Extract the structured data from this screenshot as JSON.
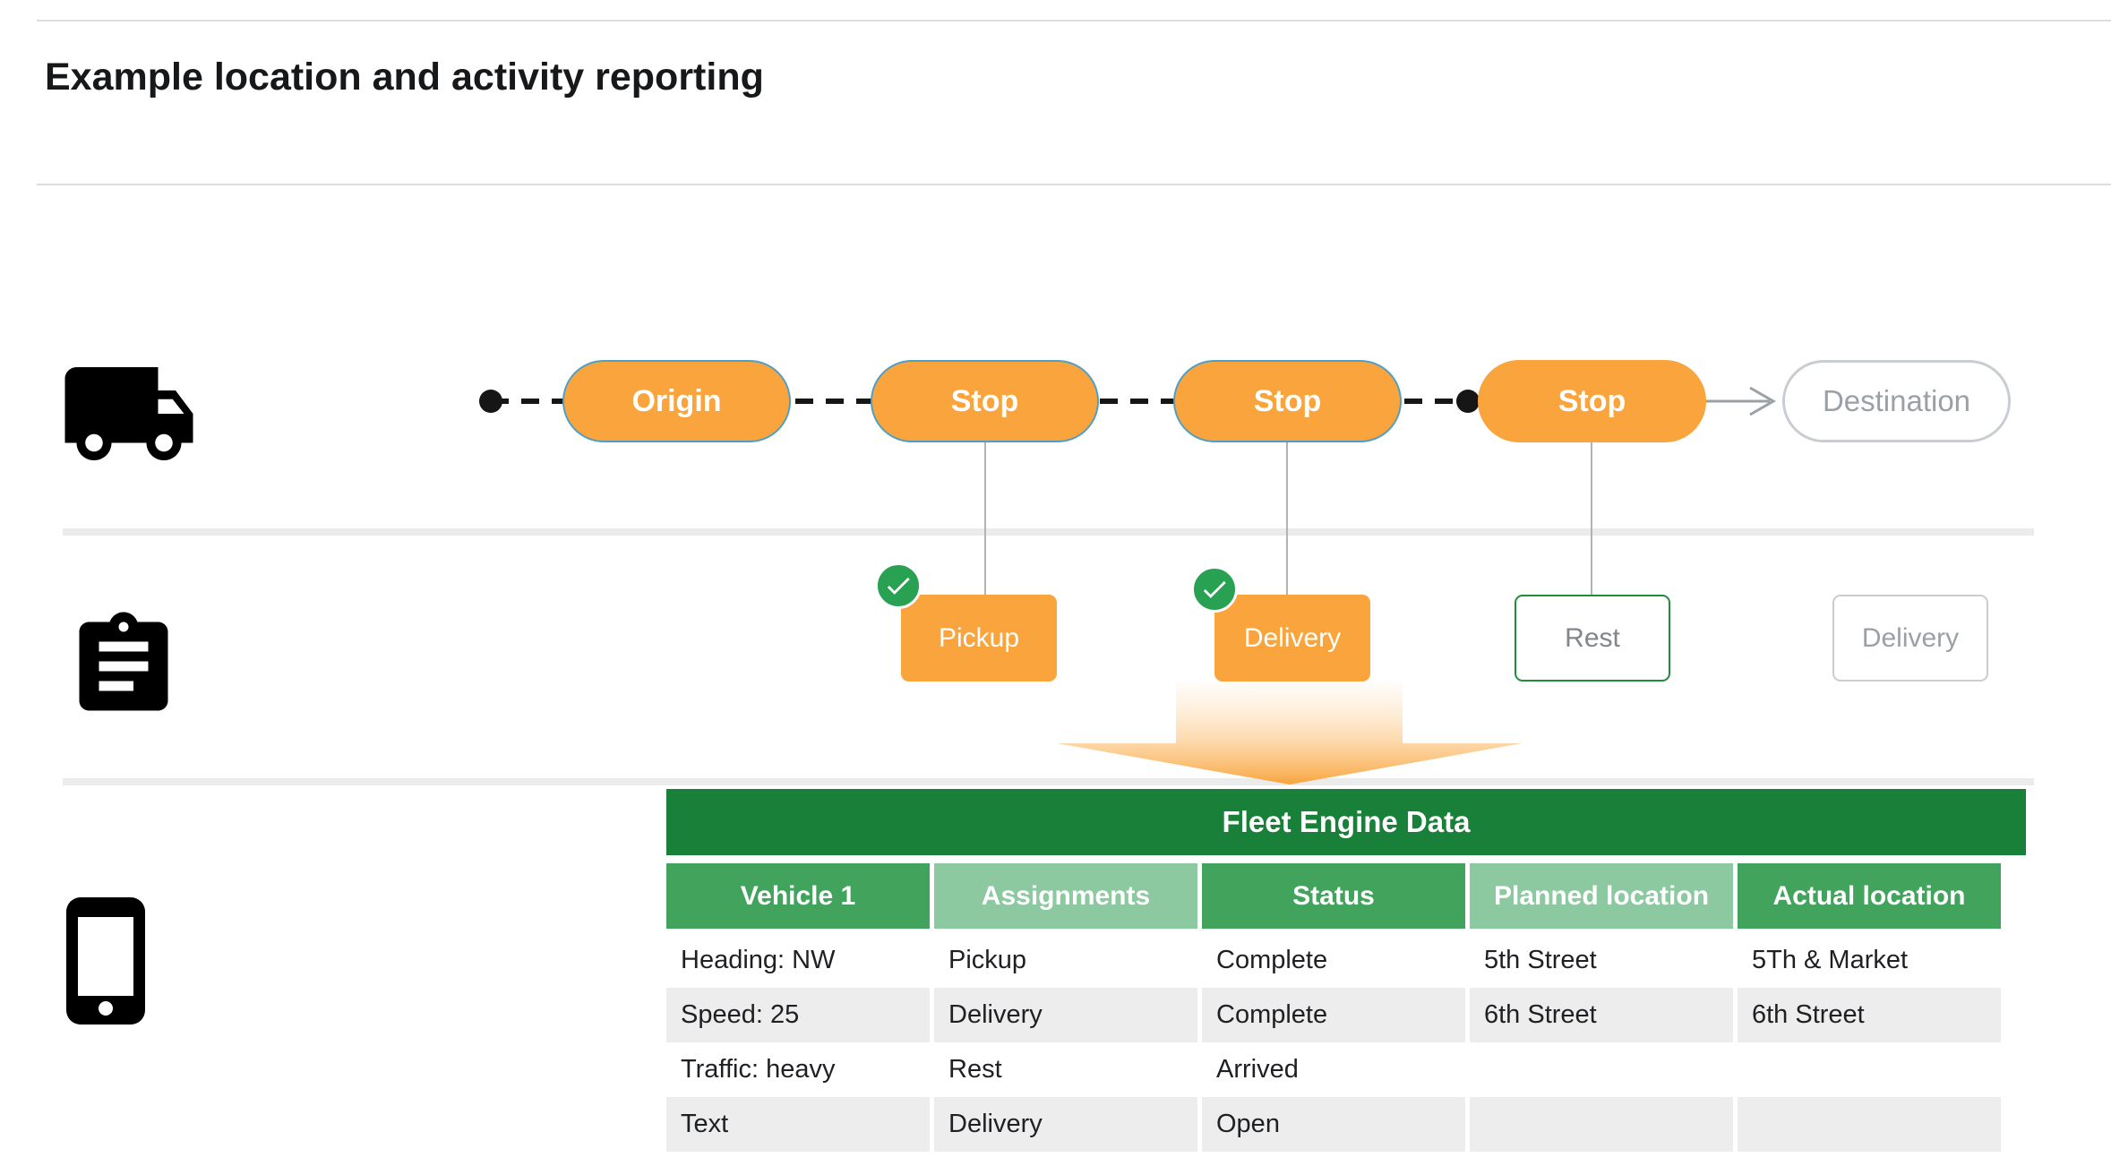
{
  "page": {
    "title": "Example location and activity reporting"
  },
  "route": {
    "nodes": [
      "Origin",
      "Stop",
      "Stop",
      "Stop",
      "Destination"
    ]
  },
  "activities": [
    "Pickup",
    "Delivery",
    "Rest",
    "Delivery"
  ],
  "table": {
    "title": "Fleet Engine Data",
    "columns": [
      "Vehicle 1",
      "Assignments",
      "Status",
      "Planned location",
      "Actual location"
    ],
    "rows": [
      [
        "Heading: NW",
        "Pickup",
        "Complete",
        "5th Street",
        "5Th & Market"
      ],
      [
        "Speed: 25",
        "Delivery",
        "Complete",
        "6th Street",
        "6th Street"
      ],
      [
        "Traffic: heavy",
        "Rest",
        "Arrived",
        "",
        ""
      ],
      [
        "Text",
        "Delivery",
        "Open",
        "",
        ""
      ]
    ]
  },
  "icons": {
    "left_column": [
      "truck-icon",
      "clipboard-icon",
      "phone-icon"
    ],
    "status": "check-icon"
  },
  "colors": {
    "orange": "#F9A43C",
    "pill_border_blue": "#4E9FC7",
    "dark_green": "#188038",
    "mid_green": "#41A35C",
    "light_green": "#8CC9A0",
    "check_green": "#28A152",
    "rest_border_green": "#1E8E3E",
    "row_stripe": "#EDEDED",
    "muted_gray": "#9AA0A6"
  }
}
